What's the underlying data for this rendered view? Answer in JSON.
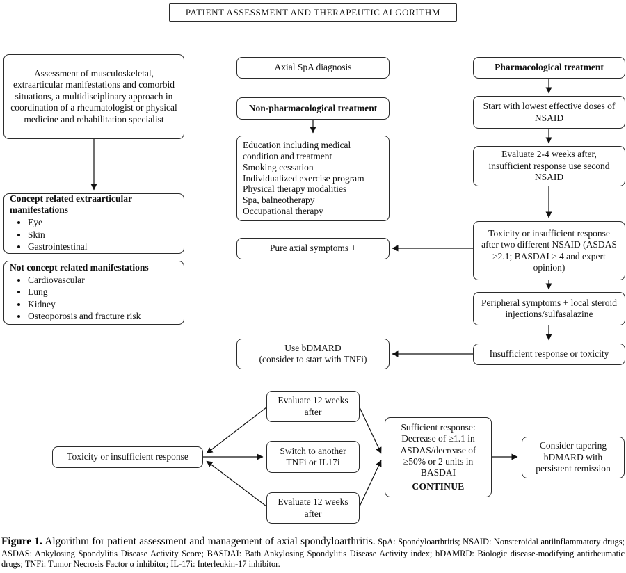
{
  "title": "PATIENT ASSESSMENT AND THERAPEUTIC ALGORITHM",
  "left_column": {
    "assessment": "Assessment of musculoskeletal, extraarticular manifestations and comorbid situations, a multidisciplinary approach in coordination of a rheumatologist or physical medicine and rehabilitation specialist",
    "concept_related": {
      "heading": "Concept related extraarticular manifestations",
      "items": [
        "Eye",
        "Skin",
        "Gastrointestinal"
      ]
    },
    "not_concept_related": {
      "heading": "Not concept related manifestations",
      "items": [
        "Cardiovascular",
        "Lung",
        "Kidney",
        "Osteoporosis and fracture risk"
      ]
    }
  },
  "middle_column": {
    "diagnosis": "Axial SpA diagnosis",
    "non_pharm_heading": "Non-pharmacological treatment",
    "non_pharm_items": [
      "Education including medical condition and treatment",
      "Smoking cessation",
      "Individualized exercise program",
      "Physical therapy modalities",
      "Spa, balneotherapy",
      "Occupational therapy"
    ],
    "pure_axial": "Pure axial symptoms +",
    "use_bdmard": "Use bDMARD",
    "use_bdmard_note": "(consider to start with TNFi)"
  },
  "right_column": {
    "pharm_heading": "Pharmacological treatment",
    "start_nsaid": "Start with lowest effective doses of NSAID",
    "evaluate_nsaid": "Evaluate 2-4 weeks after, insufficient response use second NSAID",
    "toxicity_nsaid": "Toxicity or insufficient response after two different NSAID (ASDAS ≥2.1; BASDAI ≥ 4 and expert opinion)",
    "peripheral": "Peripheral symptoms + local steroid injections/sulfasalazine",
    "insufficient": "Insufficient response or toxicity"
  },
  "bottom_flow": {
    "toxicity": "Toxicity or insufficient response",
    "evaluate_top": "Evaluate 12 weeks after",
    "switch_tnfi": "Switch to another TNFi or IL17i",
    "evaluate_bottom": "Evaluate 12 weeks after",
    "sufficient": "Sufficient response: Decrease of ≥1.1 in ASDAS/decrease of ≥50% or 2 units in BASDAI",
    "continue_label": "CONTINUE",
    "tapering": "Consider tapering bDMARD with persistent remission"
  },
  "caption": {
    "figure_label": "Figure 1.",
    "main_text": "Algorithm for patient assessment and management of axial spondyloarthritis.",
    "abbreviations": "SpA: Spondyloarthritis; NSAID: Nonsteroidal antiinflammatory drugs; ASDAS: Ankylosing Spondylitis Disease Activity Score; BASDAI: Bath Ankylosing Spondylitis Disease Activity index; bDAMRD: Biologic disease-modifying antirheumatic drugs; TNFi: Tumor Necrosis Factor α inhibitor; IL-17i: Interleukin-17 inhibitor."
  },
  "colors": {
    "border": "#2b2b2b",
    "text": "#111111",
    "background": "#ffffff"
  }
}
